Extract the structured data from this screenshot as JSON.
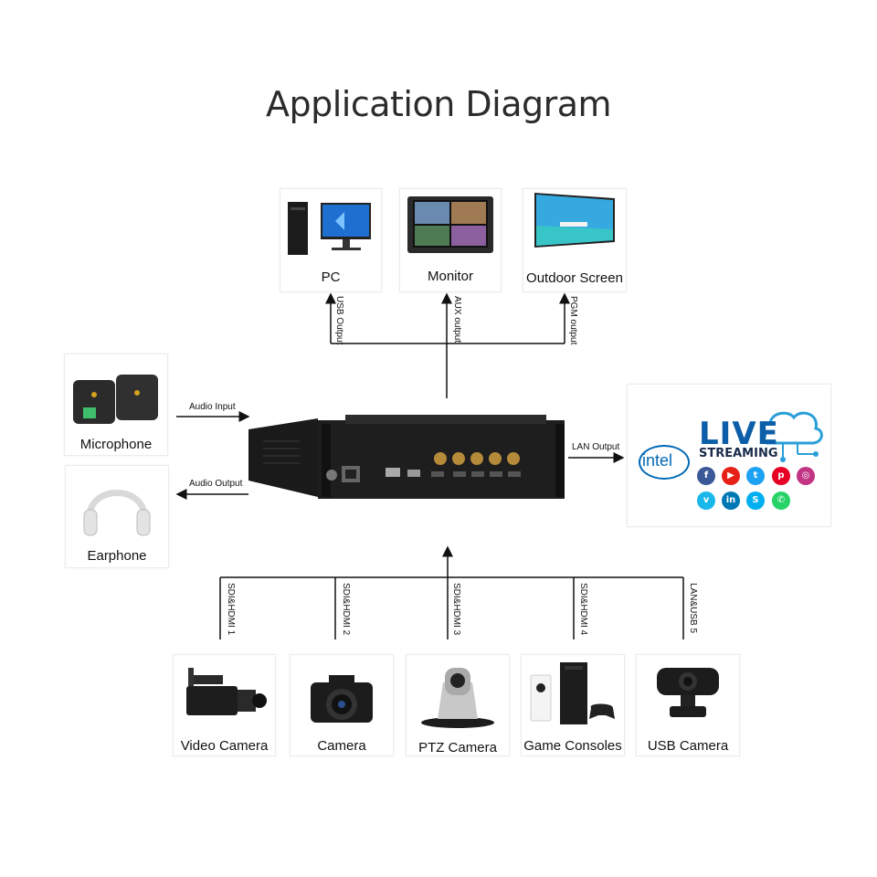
{
  "title": "Application Diagram",
  "outputs": {
    "pc": "PC",
    "monitor": "Monitor",
    "outdoor": "Outdoor Screen",
    "usb_output": "USB Output",
    "aux_output": "AUX output",
    "pgm_output": "PGM output"
  },
  "audio": {
    "microphone": "Microphone",
    "earphone": "Earphone",
    "audio_input": "Audio Input",
    "audio_output": "Audio Output"
  },
  "lan": {
    "lan_output": "LAN Output",
    "intel": "intel",
    "live": "LIVE",
    "streaming": "STREAMING",
    "social_colors": [
      "#3b5998",
      "#e62117",
      "#1da1f2",
      "#e60023",
      "#c13584",
      "#1ab7ea",
      "#0077b5",
      "#00aff0",
      "#25d366"
    ]
  },
  "inputs": {
    "links": [
      "SDI&HDMI 1",
      "SDI&HDMI 2",
      "SDI&HDMI 3",
      "SDI&HDMI 4",
      "LAN&USB 5"
    ],
    "devices": [
      "Video Camera",
      "Camera",
      "PTZ Camera",
      "Game Consoles",
      "USB Camera"
    ]
  }
}
